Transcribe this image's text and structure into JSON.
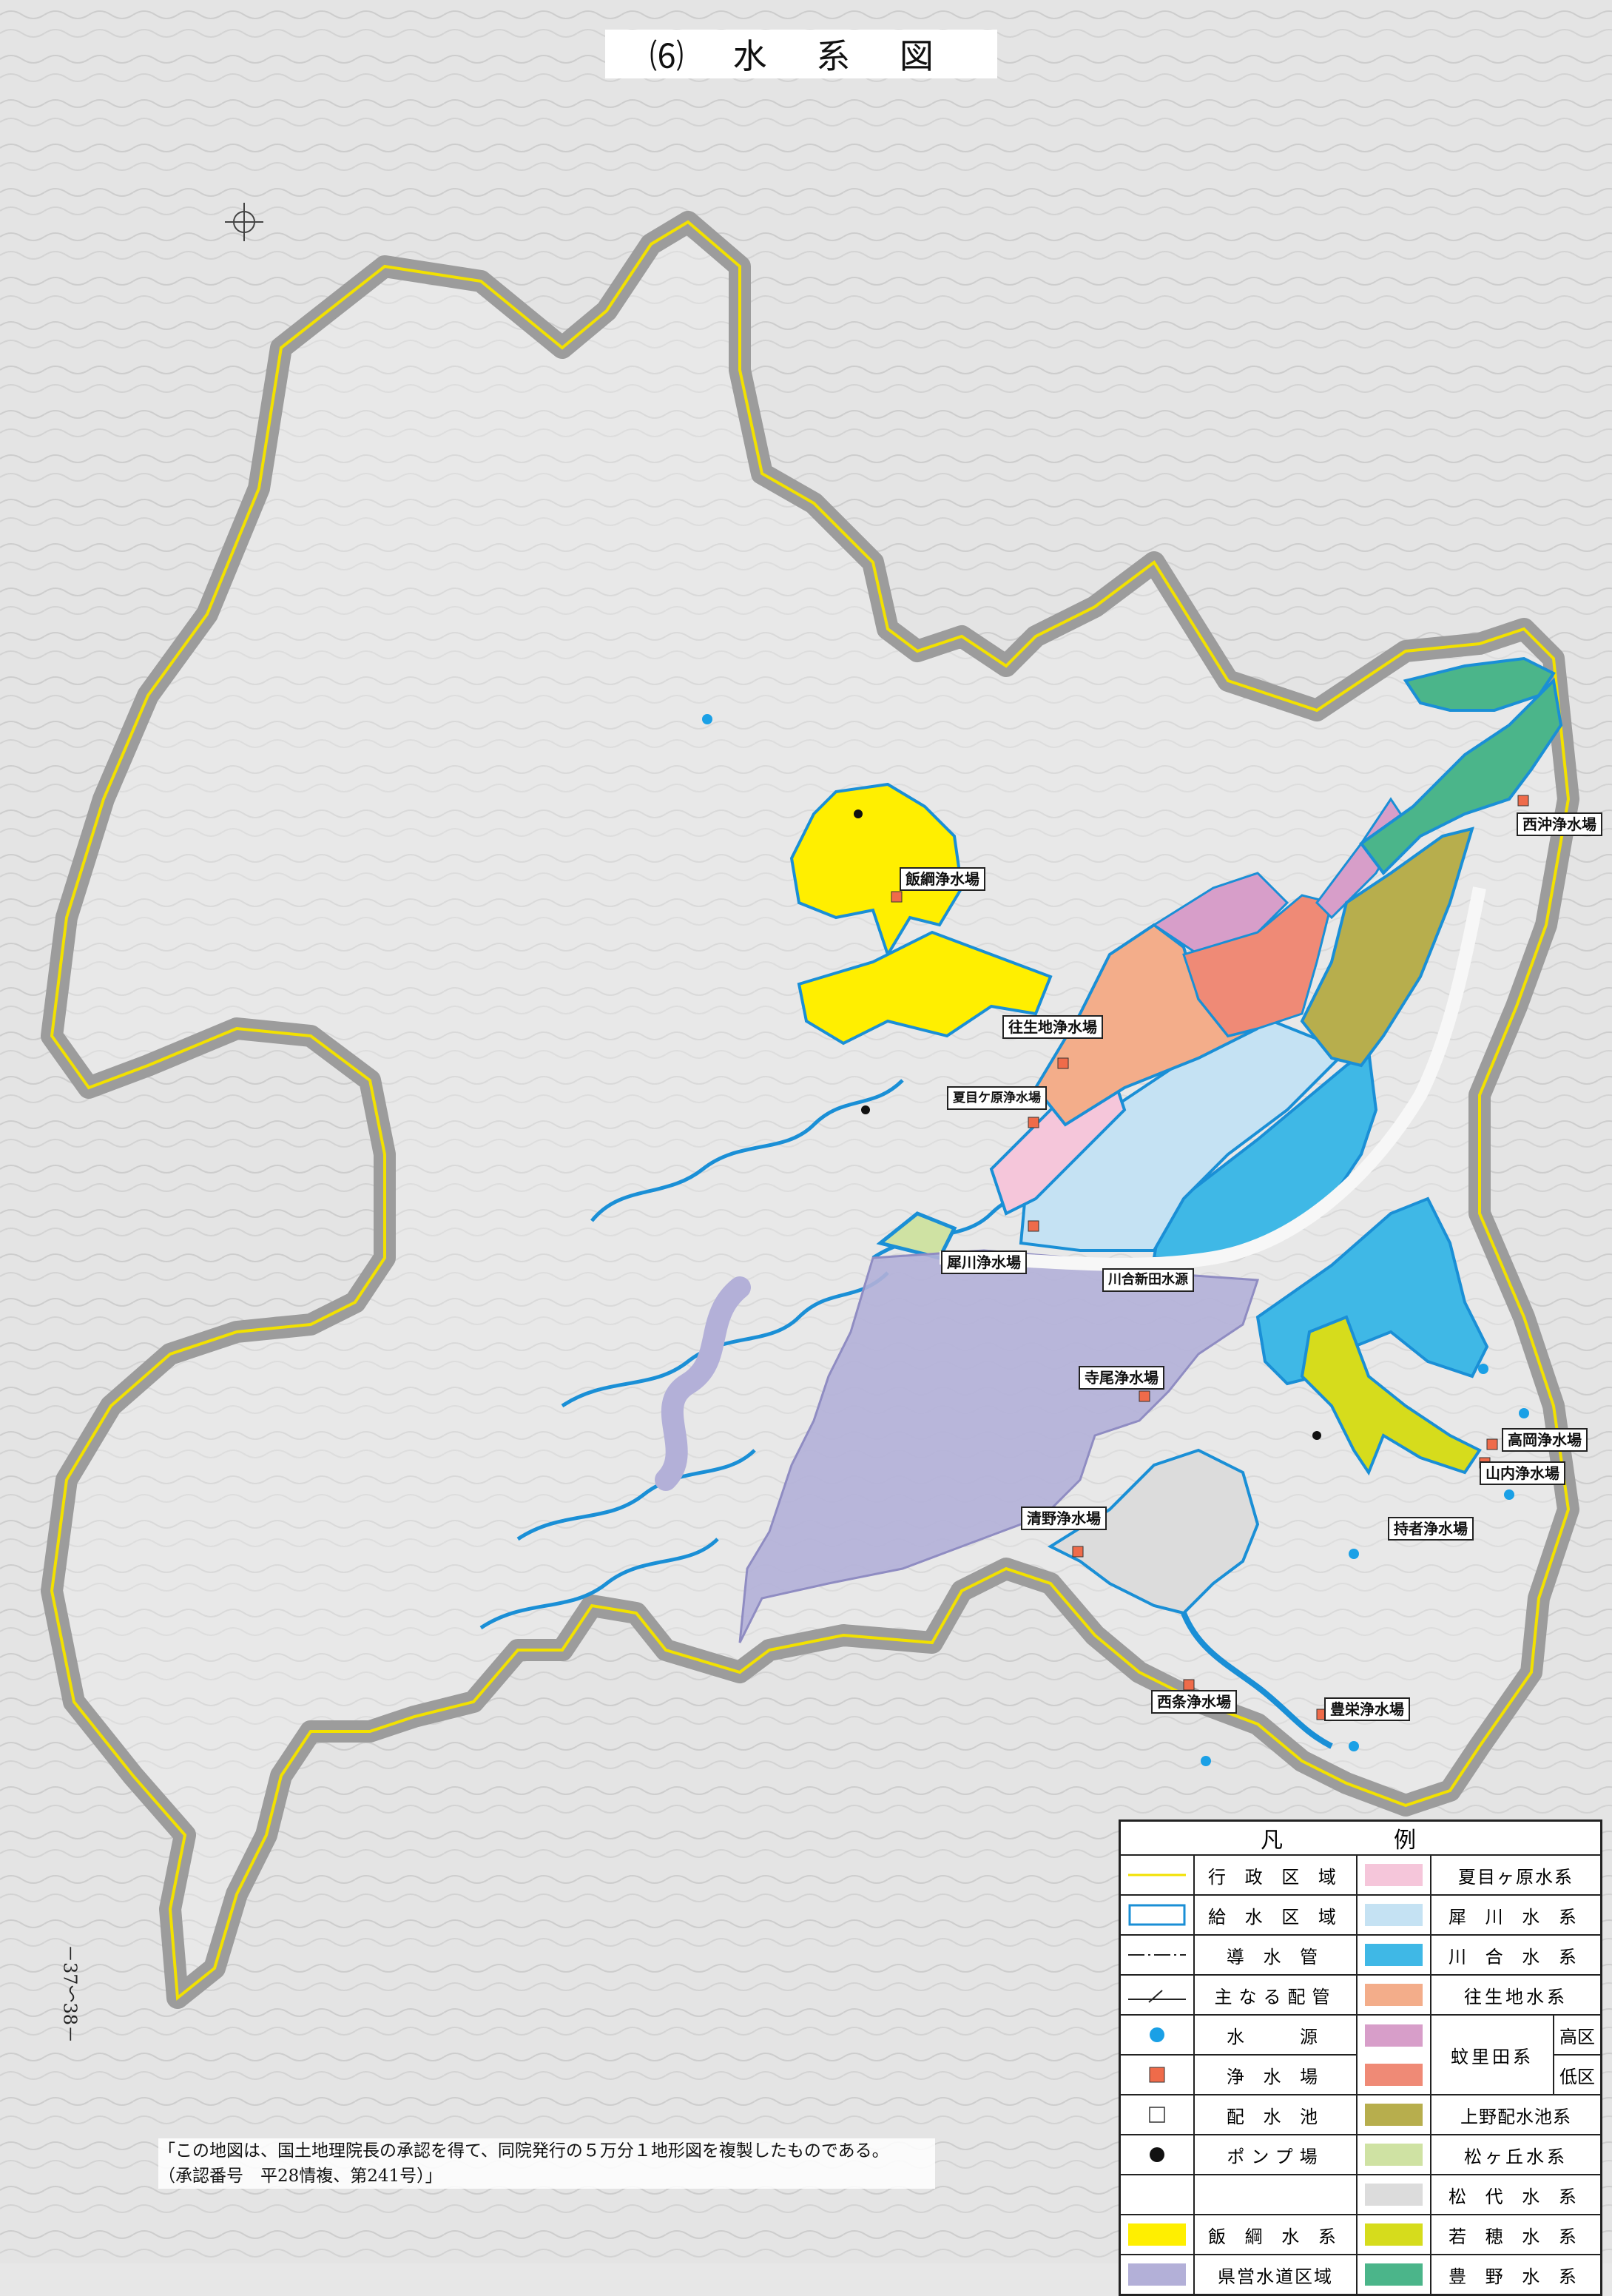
{
  "title": "⑹ 水 系 図",
  "page_number": "－37～38－",
  "notice": {
    "line1": "「この地図は、国土地理院長の承認を得て、同院発行の５万分１地形図を複製したものである。",
    "line2": "（承認番号　平28情複、第241号）」"
  },
  "colors": {
    "boundary": "#f2e100",
    "supply_area": "#1a8fd6",
    "natsumegahara": "#f5c6da",
    "saikawa": "#c5e2f3",
    "kawai": "#3fb8e6",
    "ojichi": "#f3ad8a",
    "kazarida_high": "#d79ec9",
    "kazarida_low": "#ef8a76",
    "ueno": "#b7ae4d",
    "matsugaoka": "#cfe2a3",
    "matsushiro": "#dcdcdc",
    "iizuna": "#ffef00",
    "wakaho": "#d6dc1c",
    "toyono": "#4bb58a",
    "prefectural": "#b3b0d8"
  },
  "facilities": {
    "iizuna": "飯綱浄水場",
    "ojichi": "往生地浄水場",
    "natsumegahara": "夏目ケ原浄水場",
    "nishioki": "西沖浄水場",
    "saikawa": "犀川浄水場",
    "kawaishinden": "川合新田水源",
    "terao": "寺尾浄水場",
    "takaoka": "高岡浄水場",
    "yamanouchi": "山内浄水場",
    "mochiya": "持者浄水場",
    "kiyono": "清野浄水場",
    "nishijo": "西条浄水場",
    "toyoei": "豊栄浄水場"
  },
  "legend": {
    "heading": "凡　例",
    "left": [
      {
        "icon": "boundary-line-icon",
        "label": "行 政 区 域"
      },
      {
        "icon": "supply-area-icon",
        "label": "給 水 区 域"
      },
      {
        "icon": "conduit-line-icon",
        "label": "導 水 管"
      },
      {
        "icon": "main-pipe-icon",
        "label": "主なる配管"
      },
      {
        "icon": "water-source-icon",
        "label": "水　　源"
      },
      {
        "icon": "purification-plant-icon",
        "label": "浄 水 場"
      },
      {
        "icon": "reservoir-icon",
        "label": "配 水 池"
      },
      {
        "icon": "pump-station-icon",
        "label": "ポンプ場"
      },
      {
        "icon": "empty",
        "label": ""
      },
      {
        "icon": "iizuna-swatch",
        "label": "飯 綱 水 系"
      },
      {
        "icon": "prefectural-swatch",
        "label": "県営水道区域"
      }
    ],
    "right": {
      "natsumegahara": "夏目ヶ原水系",
      "saikawa": "犀 川 水 系",
      "kawai": "川 合 水 系",
      "ojichi": "往生地水系",
      "kazarida": "蚊里田系",
      "kazarida_high": "高区",
      "kazarida_low": "低区",
      "ueno": "上野配水池系",
      "matsugaoka": "松ヶ丘水系",
      "matsushiro": "松 代 水 系",
      "wakaho": "若 穂 水 系",
      "toyono": "豊 野 水 系"
    }
  }
}
